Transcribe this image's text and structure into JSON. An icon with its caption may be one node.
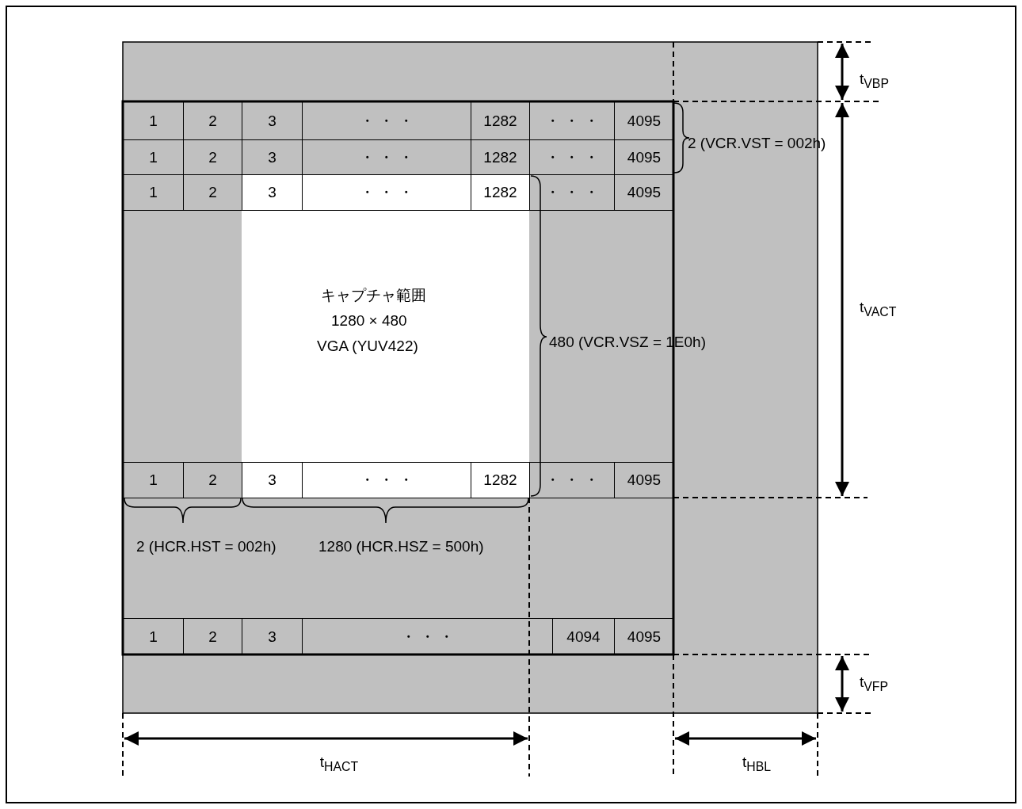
{
  "diagram": {
    "nodes": [
      {
        "text": [
          "キャプチャ範囲",
          "1280 × 480",
          "VGA (YUV422)"
        ]
      }
    ],
    "labels": [
      "t$_{VBP}$",
      "1",
      "2",
      "3",
      "・ ・ ・",
      "1282",
      "・ ・ ・",
      "4095",
      "2 (VCR.VST = 002h)",
      "1",
      "2",
      "3",
      "・ ・ ・",
      "1282",
      "・ ・ ・",
      "4095",
      "1",
      "2",
      "3",
      "・ ・ ・",
      "1282",
      "・ ・ ・",
      "4095",
      "t$_{VACT}$",
      "480 (VCR.VSZ = 1E0h)",
      "1",
      "2",
      "3",
      "・ ・ ・",
      "1282",
      "・ ・ ・",
      "4095",
      "2 (HCR.HST = 002h)",
      "1280 (HCR.HSZ = 500h)",
      "1",
      "2",
      "3",
      "・ ・ ・",
      "4094",
      "4095",
      "t$_{VFP}$",
      "t$_{HACT}$",
      "t$_{HBL}$"
    ]
  }
}
